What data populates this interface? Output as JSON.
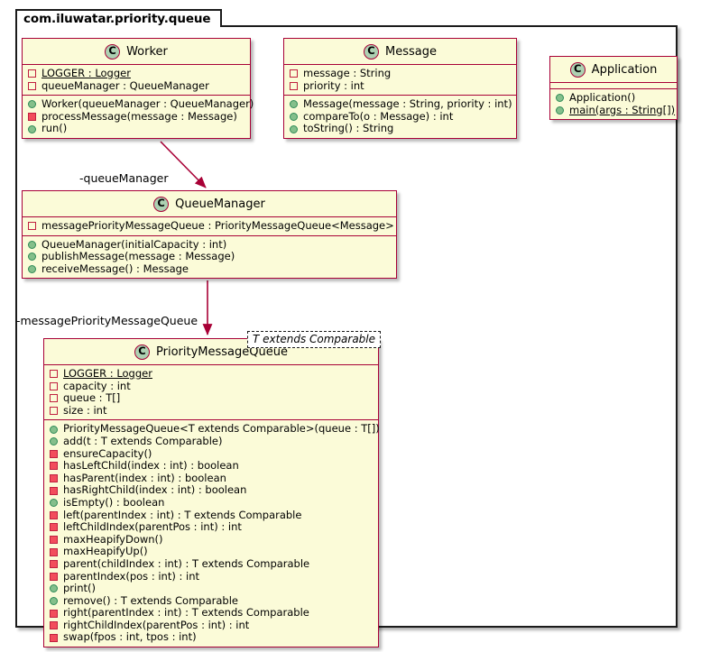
{
  "package": {
    "name": "com.iluwatar.priority.queue"
  },
  "theme": {
    "class_border": "#a80036",
    "class_fill": "#fbfbd8",
    "icon_fill": "#add1b2",
    "public_marker": "#84bf8b",
    "private_marker": "#f24d5c",
    "edge_color": "#a80036",
    "frame_border": "#1b1b1b",
    "page_background": "#ffffff"
  },
  "classes": [
    {
      "id": "worker",
      "icon": "class-icon-C",
      "name": "Worker",
      "fields": [
        {
          "visibility": "private",
          "label": "LOGGER : Logger",
          "static": true
        },
        {
          "visibility": "private",
          "label": "queueManager : QueueManager",
          "static": false
        }
      ],
      "methods": [
        {
          "visibility": "public",
          "label": "Worker(queueManager : QueueManager)",
          "static": false
        },
        {
          "visibility": "private",
          "label": "processMessage(message : Message)",
          "static": false
        },
        {
          "visibility": "public",
          "label": "run()",
          "static": false
        }
      ]
    },
    {
      "id": "message",
      "icon": "class-icon-C",
      "name": "Message",
      "fields": [
        {
          "visibility": "private",
          "label": "message : String",
          "static": false
        },
        {
          "visibility": "private",
          "label": "priority : int",
          "static": false
        }
      ],
      "methods": [
        {
          "visibility": "public",
          "label": "Message(message : String, priority : int)",
          "static": false
        },
        {
          "visibility": "public",
          "label": "compareTo(o : Message) : int",
          "static": false
        },
        {
          "visibility": "public",
          "label": "toString() : String",
          "static": false
        }
      ]
    },
    {
      "id": "application",
      "icon": "class-icon-C",
      "name": "Application",
      "fields": [],
      "methods": [
        {
          "visibility": "public",
          "label": "Application()",
          "static": false
        },
        {
          "visibility": "public",
          "label": "main(args : String[])",
          "static": true
        }
      ]
    },
    {
      "id": "queuemanager",
      "icon": "class-icon-C",
      "name": "QueueManager",
      "fields": [
        {
          "visibility": "private",
          "label": "messagePriorityMessageQueue : PriorityMessageQueue<Message>",
          "static": false
        }
      ],
      "methods": [
        {
          "visibility": "public",
          "label": "QueueManager(initialCapacity : int)",
          "static": false
        },
        {
          "visibility": "public",
          "label": "publishMessage(message : Message)",
          "static": false
        },
        {
          "visibility": "public",
          "label": "receiveMessage() : Message",
          "static": false
        }
      ]
    },
    {
      "id": "prioritymessagequeue",
      "icon": "class-icon-C",
      "name": "PriorityMessageQueue",
      "generic": "T extends Comparable",
      "fields": [
        {
          "visibility": "private",
          "label": "LOGGER : Logger",
          "static": true
        },
        {
          "visibility": "private",
          "label": "capacity : int",
          "static": false
        },
        {
          "visibility": "private",
          "label": "queue : T[]",
          "static": false
        },
        {
          "visibility": "private",
          "label": "size : int",
          "static": false
        }
      ],
      "methods": [
        {
          "visibility": "public",
          "label": "PriorityMessageQueue<T extends Comparable>(queue : T[])",
          "static": false
        },
        {
          "visibility": "public",
          "label": "add(t : T extends Comparable)",
          "static": false
        },
        {
          "visibility": "private",
          "label": "ensureCapacity()",
          "static": false
        },
        {
          "visibility": "private",
          "label": "hasLeftChild(index : int) : boolean",
          "static": false
        },
        {
          "visibility": "private",
          "label": "hasParent(index : int) : boolean",
          "static": false
        },
        {
          "visibility": "private",
          "label": "hasRightChild(index : int) : boolean",
          "static": false
        },
        {
          "visibility": "public",
          "label": "isEmpty() : boolean",
          "static": false
        },
        {
          "visibility": "private",
          "label": "left(parentIndex : int) : T extends Comparable",
          "static": false
        },
        {
          "visibility": "private",
          "label": "leftChildIndex(parentPos : int) : int",
          "static": false
        },
        {
          "visibility": "private",
          "label": "maxHeapifyDown()",
          "static": false
        },
        {
          "visibility": "private",
          "label": "maxHeapifyUp()",
          "static": false
        },
        {
          "visibility": "private",
          "label": "parent(childIndex : int) : T extends Comparable",
          "static": false
        },
        {
          "visibility": "private",
          "label": "parentIndex(pos : int) : int",
          "static": false
        },
        {
          "visibility": "public",
          "label": "print()",
          "static": false
        },
        {
          "visibility": "public",
          "label": "remove() : T extends Comparable",
          "static": false
        },
        {
          "visibility": "private",
          "label": "right(parentIndex : int) : T extends Comparable",
          "static": false
        },
        {
          "visibility": "private",
          "label": "rightChildIndex(parentPos : int) : int",
          "static": false
        },
        {
          "visibility": "private",
          "label": "swap(fpos : int, tpos : int)",
          "static": false
        }
      ]
    }
  ],
  "relations": [
    {
      "id": "worker-queuemanager",
      "from": "Worker",
      "to": "QueueManager",
      "label": "-queueManager",
      "kind": "association-directed"
    },
    {
      "id": "queuemanager-prioritymessagequeue",
      "from": "QueueManager",
      "to": "PriorityMessageQueue",
      "label": "-messagePriorityMessageQueue",
      "kind": "association-directed"
    }
  ]
}
